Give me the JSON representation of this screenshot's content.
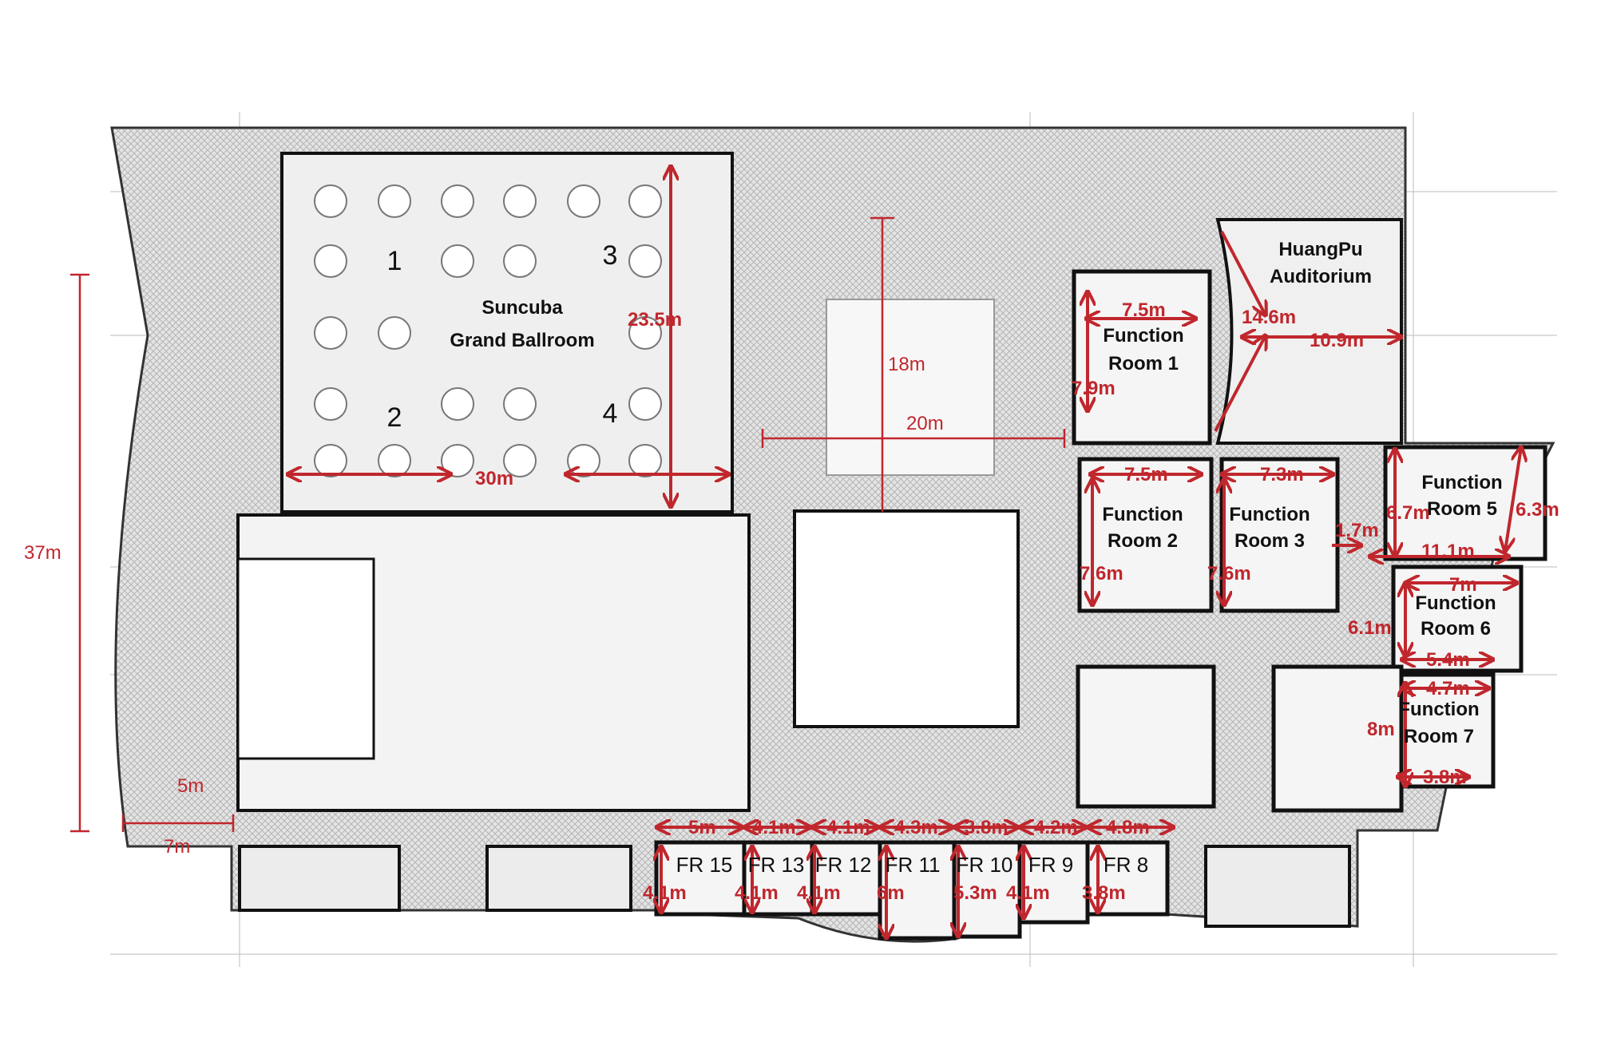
{
  "title": "Floor plan with function room dimensions",
  "colors": {
    "dimension": "#c0272d",
    "wall": "#111111",
    "hatch": "#d9d9d9"
  },
  "overall": {
    "height_label": "37m",
    "corridor_width": "5m",
    "corridor_length": "7m"
  },
  "ballroom": {
    "name_line1": "Suncuba",
    "name_line2": "Grand Ballroom",
    "sections": [
      "1",
      "3",
      "2",
      "4"
    ],
    "height": "23.5m",
    "width": "30m"
  },
  "lobby": {
    "length": "18m",
    "width": "20m"
  },
  "auditorium": {
    "name_line1": "HuangPu",
    "name_line2": "Auditorium",
    "depth": "14.6m",
    "width": "10.9m"
  },
  "rooms": {
    "r1": {
      "line1": "Function",
      "line2": "Room 1",
      "width": "7.5m",
      "depth": "7.9m"
    },
    "r2": {
      "line1": "Function",
      "line2": "Room 2",
      "width": "7.5m",
      "depth": "7.6m"
    },
    "r3": {
      "line1": "Function",
      "line2": "Room 3",
      "width": "7.3m",
      "depth": "7.6m",
      "gap": "1.7m"
    },
    "r5": {
      "line1": "Function",
      "line2": "Room 5",
      "depth_left": "6.7m",
      "depth_right": "6.3m",
      "width": "11.1m"
    },
    "r6": {
      "line1": "Function",
      "line2": "Room 6",
      "width_top": "7m",
      "depth": "6.1m",
      "width_bottom": "5.4m"
    },
    "r7": {
      "line1": "Function",
      "line2": "Room 7",
      "width_top": "4.7m",
      "depth": "8m",
      "width_bottom": "3.8m"
    }
  },
  "small_rooms": [
    {
      "name": "FR 15",
      "width": "5m",
      "depth": "4.1m"
    },
    {
      "name": "FR 13",
      "width": "4.1m",
      "depth": "4.1m"
    },
    {
      "name": "FR 12",
      "width": "4.1m",
      "depth": "4.1m"
    },
    {
      "name": "FR 11",
      "width": "4.3m",
      "depth": "6m"
    },
    {
      "name": "FR 10",
      "width": "3.8m",
      "depth": "5.3m"
    },
    {
      "name": "FR 9",
      "width": "4.2m",
      "depth": "4.1m"
    },
    {
      "name": "FR 8",
      "width": "4.8m",
      "depth": "3.8m"
    }
  ]
}
